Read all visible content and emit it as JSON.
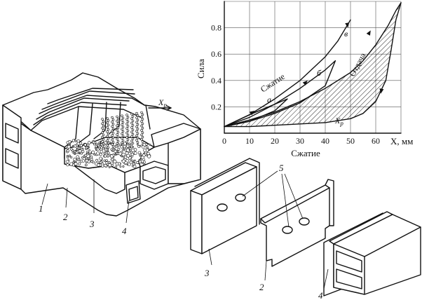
{
  "figure": {
    "callouts": {
      "main": [
        "1",
        "2",
        "3",
        "4"
      ],
      "plate3": "3",
      "plate2": "2",
      "block4": "4",
      "holes": "5"
    },
    "dimension_label": "X",
    "dimension_sub": "р"
  },
  "chart_data": {
    "type": "line",
    "title": "",
    "ylabel": "Сила",
    "xlabel": "Сжатие",
    "x_axis_unit": "X, мм",
    "xlim": [
      0,
      70
    ],
    "ylim": [
      0,
      1.0
    ],
    "xticks": [
      "0",
      "10",
      "20",
      "30",
      "40",
      "50",
      "60"
    ],
    "yticks": [
      "0.2",
      "0.4",
      "0.6",
      "0.8"
    ],
    "annotations": {
      "compression": "Сжатие",
      "release": "Отдача",
      "xp": "X",
      "xp_sub": "р",
      "curve_labels": [
        "а",
        "б",
        "в"
      ]
    },
    "series": [
      {
        "id": "a",
        "x": [
          0,
          10,
          20,
          25,
          20,
          10,
          0
        ],
        "y": [
          0.05,
          0.14,
          0.22,
          0.26,
          0.17,
          0.09,
          0.05
        ]
      },
      {
        "id": "b",
        "x": [
          0,
          10,
          20,
          30,
          40,
          44,
          40,
          30,
          20,
          10,
          0
        ],
        "y": [
          0.05,
          0.12,
          0.22,
          0.34,
          0.48,
          0.55,
          0.36,
          0.23,
          0.15,
          0.09,
          0.05
        ]
      },
      {
        "id": "v",
        "x": [
          0,
          10,
          20,
          30,
          40,
          45,
          50
        ],
        "y": [
          0.05,
          0.14,
          0.26,
          0.4,
          0.58,
          0.7,
          0.86
        ]
      },
      {
        "id": "full_load",
        "x": [
          0,
          10,
          20,
          30,
          40,
          50,
          55,
          60,
          65,
          68,
          70
        ],
        "y": [
          0.05,
          0.1,
          0.16,
          0.24,
          0.34,
          0.46,
          0.55,
          0.67,
          0.82,
          0.93,
          0.99
        ]
      },
      {
        "id": "full_unload",
        "x": [
          70,
          68,
          66,
          64,
          60,
          55,
          50,
          40,
          30,
          20,
          10,
          0
        ],
        "y": [
          0.99,
          0.86,
          0.62,
          0.4,
          0.24,
          0.15,
          0.11,
          0.08,
          0.07,
          0.06,
          0.05,
          0.05
        ]
      }
    ]
  }
}
